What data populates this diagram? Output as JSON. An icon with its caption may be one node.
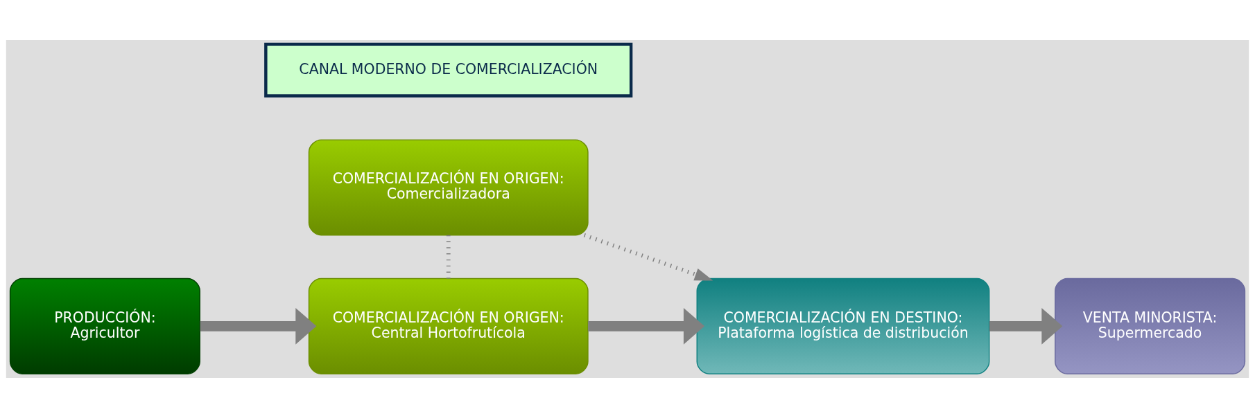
{
  "diagram": {
    "nodes": [
      {
        "text": [
          "CANAL MODERNO DE COMERCIALIZACIÓN"
        ]
      },
      {
        "text": [
          "COMERCIALIZACIÓN EN ORIGEN:",
          "Comercializadora"
        ]
      },
      {
        "text": [
          "PRODUCCIÓN:",
          "Agricultor"
        ]
      },
      {
        "text": [
          "COMERCIALIZACIÓN EN ORIGEN:",
          "Central Hortofrutícola"
        ]
      },
      {
        "text": [
          "COMERCIALIZACIÓN EN DESTINO:",
          "Plataforma logística de distribución"
        ]
      },
      {
        "text": [
          "VENTA MINORISTA:",
          "Supermercado"
        ]
      }
    ],
    "edges": [
      {
        "from": 1,
        "to": 3,
        "arrow": "none",
        "style": "dashed"
      },
      {
        "from": 1,
        "to": 4,
        "arrow": "to",
        "style": "dashed"
      },
      {
        "from": 2,
        "to": 3,
        "arrow": "to"
      },
      {
        "from": 3,
        "to": 4,
        "arrow": "to"
      },
      {
        "from": 4,
        "to": 5,
        "arrow": "to"
      }
    ]
  }
}
